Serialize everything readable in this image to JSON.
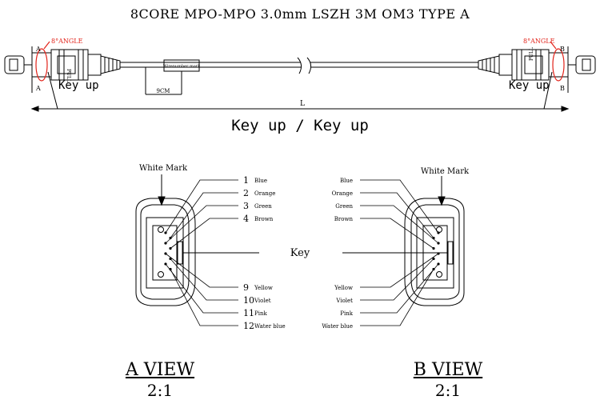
{
  "title": "8CORE MPO-MPO 3.0mm LSZH 3M OM3 TYPE A",
  "cable": {
    "angle_label": "8°ANGLE",
    "end_a": "A",
    "end_b": "B",
    "key_up": "Key up",
    "pull_label": "PULL",
    "wire_number_mark": "Wirenumber mark",
    "dimension_9cm": "9CM",
    "length_label": "L",
    "colors": {
      "angle_mark": "#e2231a"
    }
  },
  "summary": "Key up / Key up",
  "views": {
    "white_mark": "White Mark",
    "key_label": "Key",
    "a_view": {
      "title": "A VIEW",
      "scale": "2:1",
      "fibers": [
        {
          "num": "1",
          "color": "Blue"
        },
        {
          "num": "2",
          "color": "Orange"
        },
        {
          "num": "3",
          "color": "Green"
        },
        {
          "num": "4",
          "color": "Brown"
        },
        {
          "num": "9",
          "color": "Yellow"
        },
        {
          "num": "10",
          "color": "Violet"
        },
        {
          "num": "11",
          "color": "Pink"
        },
        {
          "num": "12",
          "color": "Water blue"
        }
      ]
    },
    "b_view": {
      "title": "B VIEW",
      "scale": "2:1",
      "fibers": [
        "Blue",
        "Orange",
        "Green",
        "Brown",
        "Yellow",
        "Violet",
        "Pink",
        "Water blue"
      ]
    }
  }
}
